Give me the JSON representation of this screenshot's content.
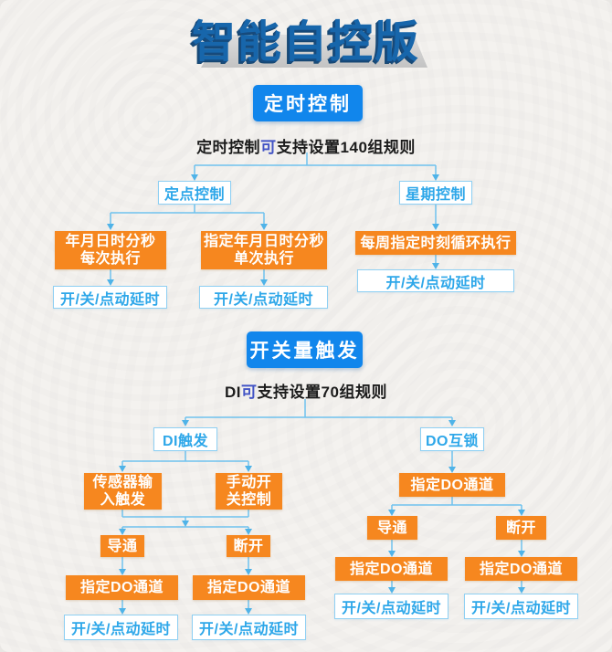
{
  "title": "智能自控版",
  "colors": {
    "accent_blue": "#1186EC",
    "orange": "#F6871F",
    "node_border_blue": "#8FD0F3",
    "node_text_blue": "#2EA7E9",
    "connector_blue": "#6FC2EE",
    "title_blue": "#1766AB",
    "caption_highlight": "#4254C5",
    "background": "#F4F2EF"
  },
  "timing": {
    "button": "定时控制",
    "caption_prefix": "定时控制",
    "caption_highlight": "可",
    "caption_suffix": "支持设置140组规则",
    "rule_count": "140",
    "fixed_point": "定点控制",
    "week": "星期控制",
    "every_exec_line1": "年月日时分秒",
    "every_exec_line2": "每次执行",
    "single_exec_line1": "指定年月日时分秒",
    "single_exec_line2": "单次执行",
    "weekly_loop": "每周指定时刻循环执行",
    "delay1": "开/关/点动延时",
    "delay2": "开/关/点动延时",
    "delay3": "开/关/点动延时"
  },
  "switch": {
    "button": "开关量触发",
    "caption_prefix": "DI",
    "caption_highlight": "可",
    "caption_suffix": "支持设置70组规则",
    "rule_count": "70",
    "di_trigger": "DI触发",
    "do_interlock": "DO互锁",
    "sensor_line1": "传感器输",
    "sensor_line2": "入触发",
    "manual_line1": "手动开",
    "manual_line2": "关控制",
    "on_a": "导通",
    "off_a": "断开",
    "do_channel_a1": "指定DO通道",
    "do_channel_a2": "指定DO通道",
    "delay_a1": "开/关/点动延时",
    "delay_a2": "开/关/点动延时",
    "do_channel_b0": "指定DO通道",
    "on_b": "导通",
    "off_b": "断开",
    "do_channel_b1": "指定DO通道",
    "do_channel_b2": "指定DO通道",
    "delay_b1": "开/关/点动延时",
    "delay_b2": "开/关/点动延时"
  }
}
